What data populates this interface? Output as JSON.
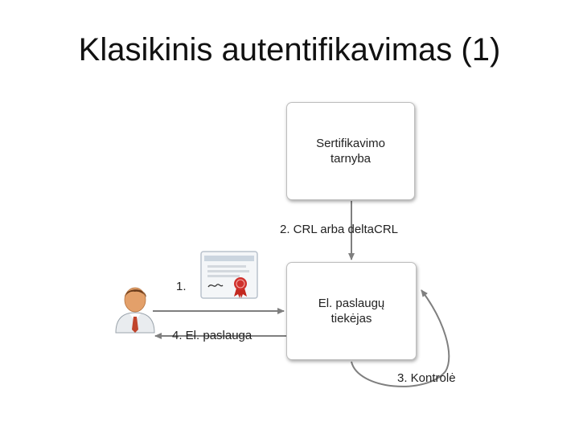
{
  "title": "Klasikinis autentifikavimas (1)",
  "nodes": {
    "ca": {
      "line1": "Sertifikavimo",
      "line2": "tarnyba"
    },
    "provider": {
      "line1": "El. paslaugų",
      "line2": "tiekėjas"
    }
  },
  "edges": {
    "step1": "1.",
    "step2": "2. CRL arba deltaCRL",
    "step3": "3. Kontrolė",
    "step4": "4. El. paslauga"
  },
  "icons": [
    "user-icon",
    "certificate-icon"
  ],
  "colors": {
    "arrow": "#7f7f7f",
    "box_border": "#bdbdbd",
    "seal": "#d0312d"
  }
}
